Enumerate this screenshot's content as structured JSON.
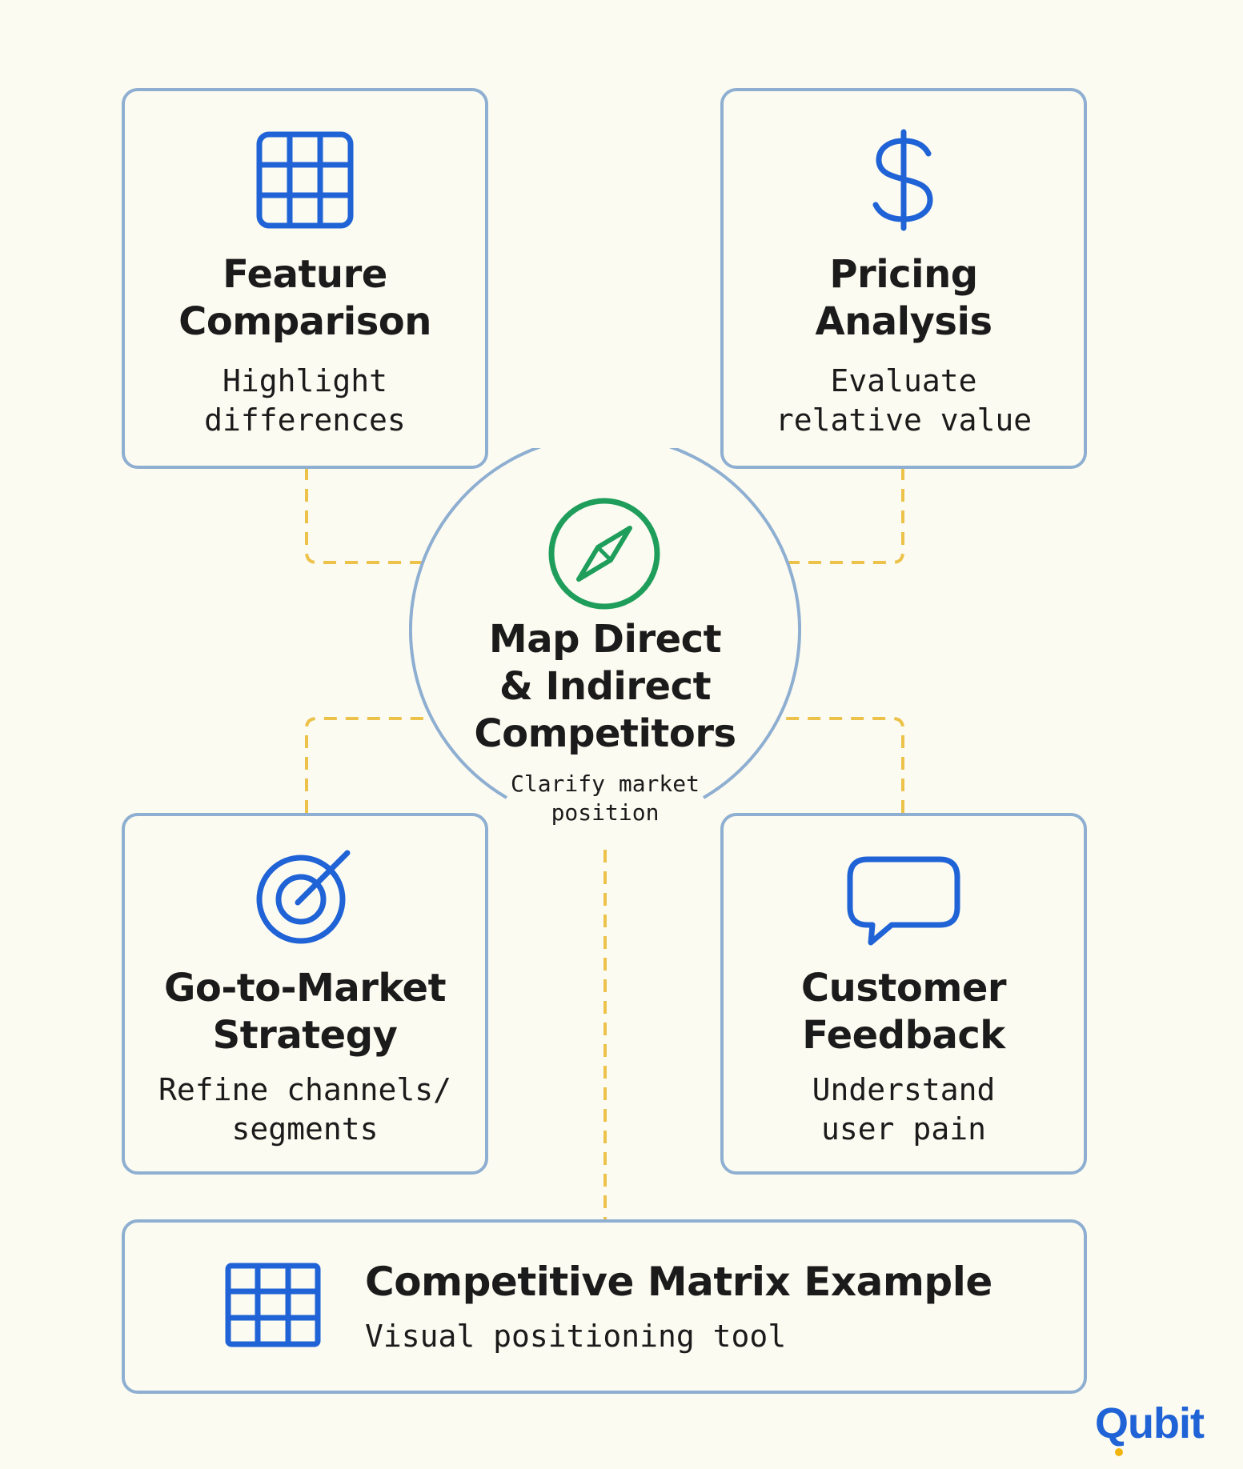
{
  "colors": {
    "background": "#fcfbf1",
    "card_border": "#8eafd1",
    "icon_blue": "#1f63d6",
    "compass_green": "#1f9e5b",
    "connector_yellow": "#ecc24a",
    "logo_dot": "#f2b40f"
  },
  "center": {
    "icon": "compass-icon",
    "title": "Map Direct\n& Indirect\nCompetitors",
    "desc": "Clarify market\nposition"
  },
  "cards": {
    "feature": {
      "icon": "grid-icon",
      "title": "Feature\nComparison",
      "desc": "Highlight\ndifferences"
    },
    "pricing": {
      "icon": "dollar-icon",
      "title": "Pricing\nAnalysis",
      "desc": "Evaluate\nrelative value"
    },
    "gtm": {
      "icon": "target-icon",
      "title": "Go-to-Market\nStrategy",
      "desc": "Refine channels/\nsegments"
    },
    "feedback": {
      "icon": "chat-bubble-icon",
      "title": "Customer\nFeedback",
      "desc": "Understand\nuser pain"
    }
  },
  "bottom": {
    "icon": "grid-icon",
    "title": "Competitive Matrix Example",
    "desc": "Visual positioning tool"
  },
  "logo": {
    "text": "Qubit"
  }
}
